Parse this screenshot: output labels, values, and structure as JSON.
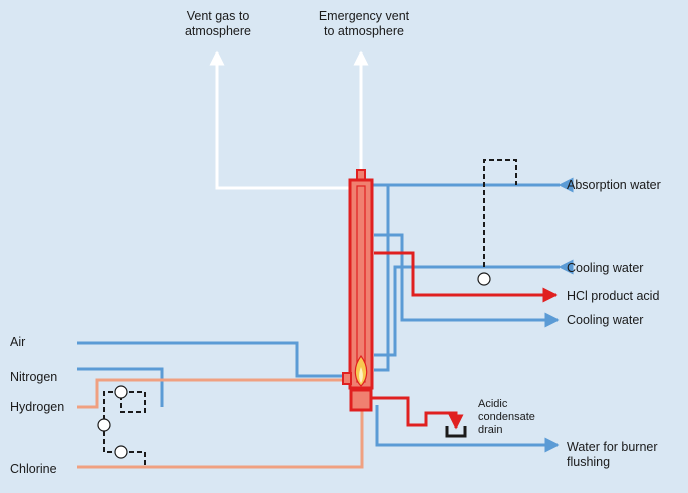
{
  "labels": {
    "vent_gas_line1": "Vent gas to",
    "vent_gas_line2": "atmosphere",
    "emergency_line1": "Emergency vent",
    "emergency_line2": "to atmosphere",
    "absorption_water": "Absorption water",
    "cooling_water_in": "Cooling water",
    "hcl_product": "HCl product acid",
    "cooling_water_out": "Cooling water",
    "air": "Air",
    "nitrogen": "Nitrogen",
    "hydrogen": "Hydrogen",
    "chlorine": "Chlorine",
    "acidic_line1": "Acidic",
    "acidic_line2": "condensate",
    "acidic_line3": "drain",
    "burner_line1": "Water for burner",
    "burner_line2": "flushing"
  },
  "colors": {
    "background": "#d9e7f3",
    "water": "#5b9bd5",
    "gas_feed": "#f0a080",
    "acid": "#e02020",
    "vent": "#ffffff",
    "column_fill": "#f08070",
    "column_edge": "#e02020",
    "control": "#1a1a1a"
  }
}
